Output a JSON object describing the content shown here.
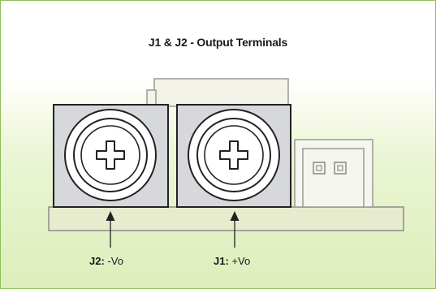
{
  "diagram": {
    "title": "J1 & J2 - Output Terminals",
    "labels": [
      {
        "id": "J2",
        "prefix": "J2:",
        "text": "-Vo"
      },
      {
        "id": "J1",
        "prefix": "J1:",
        "text": "+Vo"
      }
    ]
  },
  "colors": {
    "border": "#8cc05a",
    "board": "#e8eccf",
    "terminal_face": "#d6d8dc",
    "outline": "#222222"
  }
}
